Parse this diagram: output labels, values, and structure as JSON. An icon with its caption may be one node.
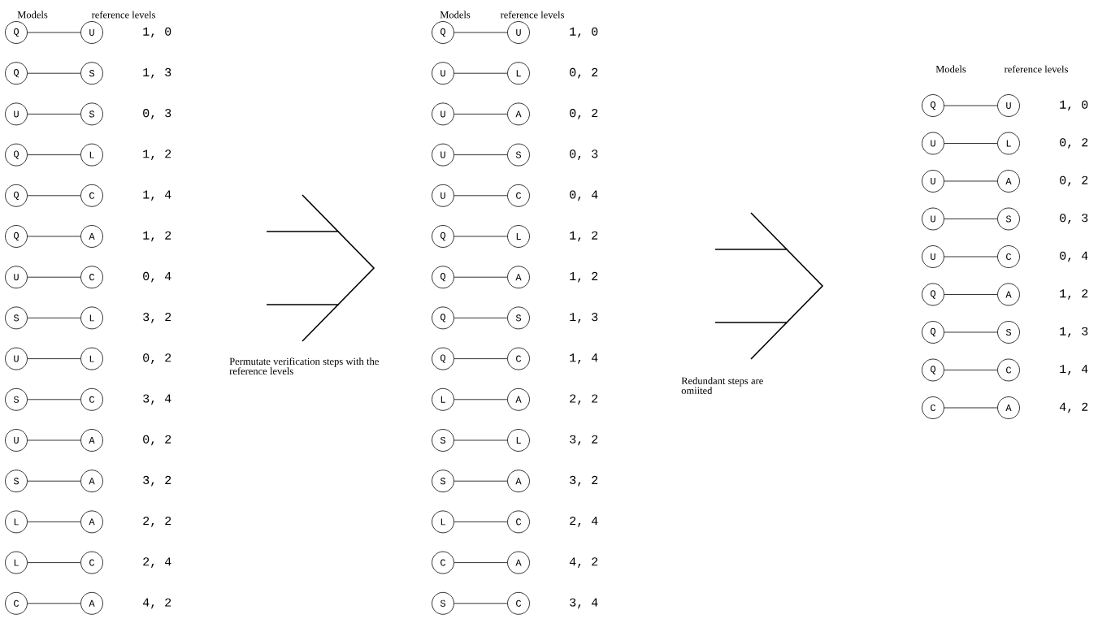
{
  "diagram": {
    "nodes": [
      {
        "text": [
          "Q"
        ]
      },
      {
        "text": [
          "U"
        ],
        "beside": [
          "1, 0"
        ]
      },
      {
        "text": [
          "Q"
        ]
      },
      {
        "text": [
          "S"
        ],
        "beside": [
          "1, 3"
        ]
      },
      {
        "text": [
          "U"
        ]
      },
      {
        "text": [
          "S"
        ],
        "beside": [
          "0, 3"
        ]
      },
      {
        "text": [
          "Q"
        ]
      },
      {
        "text": [
          "L"
        ],
        "beside": [
          "1, 2"
        ]
      },
      {
        "text": [
          "Q"
        ]
      },
      {
        "text": [
          "C"
        ],
        "beside": [
          "1, 4"
        ]
      },
      {
        "text": [
          "Q"
        ]
      },
      {
        "text": [
          "A"
        ],
        "beside": [
          "1, 2"
        ]
      },
      {
        "text": [
          "U"
        ]
      },
      {
        "text": [
          "C"
        ],
        "beside": [
          "0, 4"
        ]
      },
      {
        "text": [
          "S"
        ]
      },
      {
        "text": [
          "L"
        ],
        "beside": [
          "3, 2"
        ]
      },
      {
        "text": [
          "U"
        ]
      },
      {
        "text": [
          "L"
        ],
        "beside": [
          "0, 2"
        ]
      },
      {
        "text": [
          "S"
        ]
      },
      {
        "text": [
          "C"
        ],
        "beside": [
          "3, 4"
        ]
      },
      {
        "text": [
          "U"
        ]
      },
      {
        "text": [
          "A"
        ],
        "beside": [
          "0, 2"
        ]
      },
      {
        "text": [
          "S"
        ]
      },
      {
        "text": [
          "A"
        ],
        "beside": [
          "3, 2"
        ]
      },
      {
        "text": [
          "L"
        ]
      },
      {
        "text": [
          "A"
        ],
        "beside": [
          "2, 2"
        ]
      },
      {
        "text": [
          "L"
        ]
      },
      {
        "text": [
          "C"
        ],
        "beside": [
          "2, 4"
        ]
      },
      {
        "text": [
          "C"
        ]
      },
      {
        "text": [
          "A"
        ],
        "beside": [
          "4, 2"
        ]
      },
      {
        "text": [
          "Q"
        ]
      },
      {
        "text": [
          "U"
        ],
        "beside": [
          "1, 0"
        ]
      },
      {
        "text": [
          "U"
        ]
      },
      {
        "text": [
          "L"
        ],
        "beside": [
          "0, 2"
        ]
      },
      {
        "text": [
          "U"
        ]
      },
      {
        "text": [
          "A"
        ],
        "beside": [
          "0, 2"
        ]
      },
      {
        "text": [
          "U"
        ]
      },
      {
        "text": [
          "S"
        ],
        "beside": [
          "0, 3"
        ]
      },
      {
        "text": [
          "U"
        ]
      },
      {
        "text": [
          "C"
        ],
        "beside": [
          "0, 4"
        ]
      },
      {
        "text": [
          "Q"
        ]
      },
      {
        "text": [
          "L"
        ],
        "beside": [
          "1, 2"
        ]
      },
      {
        "text": [
          "Q"
        ]
      },
      {
        "text": [
          "A"
        ],
        "beside": [
          "1, 2"
        ]
      },
      {
        "text": [
          "Q"
        ]
      },
      {
        "text": [
          "S"
        ],
        "beside": [
          "1, 3"
        ]
      },
      {
        "text": [
          "Q"
        ]
      },
      {
        "text": [
          "C"
        ],
        "beside": [
          "1, 4"
        ]
      },
      {
        "text": [
          "L"
        ]
      },
      {
        "text": [
          "A"
        ],
        "beside": [
          "2, 2"
        ]
      },
      {
        "text": [
          "S"
        ]
      },
      {
        "text": [
          "L"
        ],
        "beside": [
          "3, 2"
        ]
      },
      {
        "text": [
          "S"
        ]
      },
      {
        "text": [
          "A"
        ],
        "beside": [
          "3, 2"
        ]
      },
      {
        "text": [
          "L"
        ]
      },
      {
        "text": [
          "C"
        ],
        "beside": [
          "2, 4"
        ]
      },
      {
        "text": [
          "C"
        ]
      },
      {
        "text": [
          "A"
        ],
        "beside": [
          "4, 2"
        ]
      },
      {
        "text": [
          "S"
        ]
      },
      {
        "text": [
          "C"
        ],
        "beside": [
          "3, 4"
        ]
      },
      {
        "text": [
          "Q"
        ]
      },
      {
        "text": [
          "U"
        ],
        "beside": [
          "1, 0"
        ]
      },
      {
        "text": [
          "U"
        ]
      },
      {
        "text": [
          "L"
        ],
        "beside": [
          "0, 2"
        ]
      },
      {
        "text": [
          "U"
        ]
      },
      {
        "text": [
          "A"
        ],
        "beside": [
          "0, 2"
        ]
      },
      {
        "text": [
          "U"
        ]
      },
      {
        "text": [
          "S"
        ],
        "beside": [
          "0, 3"
        ]
      },
      {
        "text": [
          "U"
        ]
      },
      {
        "text": [
          "C"
        ],
        "beside": [
          "0, 4"
        ]
      },
      {
        "text": [
          "Q"
        ]
      },
      {
        "text": [
          "A"
        ],
        "beside": [
          "1, 2"
        ]
      },
      {
        "text": [
          "Q"
        ]
      },
      {
        "text": [
          "S"
        ],
        "beside": [
          "1, 3"
        ]
      },
      {
        "text": [
          "Q"
        ]
      },
      {
        "text": [
          "C"
        ],
        "beside": [
          "1, 4"
        ]
      },
      {
        "text": [
          "C"
        ]
      },
      {
        "text": [
          "A"
        ],
        "beside": [
          "4, 2"
        ]
      }
    ],
    "edges": [
      {
        "from": 0,
        "to": 1,
        "arrow": "none"
      },
      {
        "from": 2,
        "to": 3,
        "arrow": "none"
      },
      {
        "from": 4,
        "to": 5,
        "arrow": "none"
      },
      {
        "from": 6,
        "to": 7,
        "arrow": "none"
      },
      {
        "from": 8,
        "to": 9,
        "arrow": "none"
      },
      {
        "from": 10,
        "to": 11,
        "arrow": "none"
      },
      {
        "from": 12,
        "to": 13,
        "arrow": "none"
      },
      {
        "from": 14,
        "to": 15,
        "arrow": "none"
      },
      {
        "from": 16,
        "to": 17,
        "arrow": "none"
      },
      {
        "from": 18,
        "to": 19,
        "arrow": "none"
      },
      {
        "from": 20,
        "to": 21,
        "arrow": "none"
      },
      {
        "from": 22,
        "to": 23,
        "arrow": "none"
      },
      {
        "from": 24,
        "to": 25,
        "arrow": "none"
      },
      {
        "from": 26,
        "to": 27,
        "arrow": "none"
      },
      {
        "from": 28,
        "to": 29,
        "arrow": "none"
      },
      {
        "from": 30,
        "to": 31,
        "arrow": "none"
      },
      {
        "from": 32,
        "to": 33,
        "arrow": "none"
      },
      {
        "from": 34,
        "to": 35,
        "arrow": "none"
      },
      {
        "from": 36,
        "to": 37,
        "arrow": "none"
      },
      {
        "from": 38,
        "to": 39,
        "arrow": "none"
      },
      {
        "from": 40,
        "to": 41,
        "arrow": "none"
      },
      {
        "from": 42,
        "to": 43,
        "arrow": "none"
      },
      {
        "from": 44,
        "to": 45,
        "arrow": "none"
      },
      {
        "from": 46,
        "to": 47,
        "arrow": "none"
      },
      {
        "from": 48,
        "to": 49,
        "arrow": "none"
      },
      {
        "from": 50,
        "to": 51,
        "arrow": "none"
      },
      {
        "from": 52,
        "to": 53,
        "arrow": "none"
      },
      {
        "from": 54,
        "to": 55,
        "arrow": "none"
      },
      {
        "from": 56,
        "to": 57,
        "arrow": "none"
      },
      {
        "from": 58,
        "to": 59,
        "arrow": "none"
      },
      {
        "from": 60,
        "to": 61,
        "arrow": "none"
      },
      {
        "from": 62,
        "to": 63,
        "arrow": "none"
      },
      {
        "from": 64,
        "to": 65,
        "arrow": "none"
      },
      {
        "from": 66,
        "to": 67,
        "arrow": "none"
      },
      {
        "from": 68,
        "to": 69,
        "arrow": "none"
      },
      {
        "from": 70,
        "to": 71,
        "arrow": "none"
      },
      {
        "from": 72,
        "to": 73,
        "arrow": "none"
      },
      {
        "from": 74,
        "to": 75,
        "arrow": "none"
      },
      {
        "from": 76,
        "to": 77,
        "arrow": "none"
      }
    ],
    "labels": [
      "Models",
      "reference levels",
      "Models",
      "reference levels",
      "Permutate verification steps with the reference levels",
      "Models",
      "reference levels",
      "Redundant steps are omiited"
    ]
  }
}
